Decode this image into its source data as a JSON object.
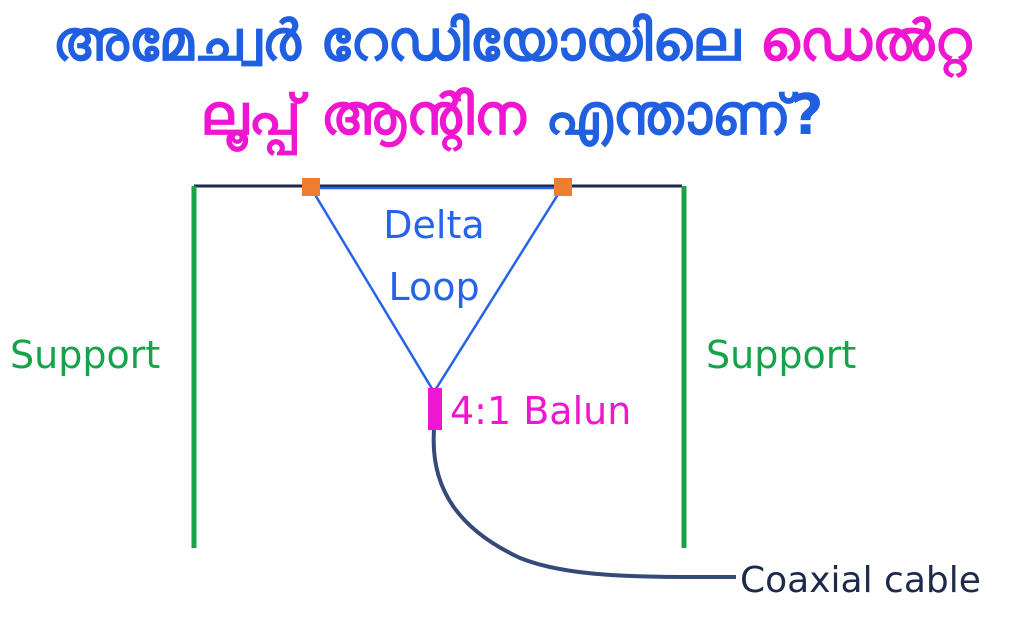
{
  "title": {
    "line1": {
      "part_blue": "അമേച്വർ റേഡിയോയിലെ",
      "part_magenta": "ഡെൽറ്റ"
    },
    "line2": {
      "part_magenta": "ലൂപ്പ് ആന്റിന",
      "part_blue": "എന്താണ്?"
    }
  },
  "diagram": {
    "loop_label_line1": "Delta",
    "loop_label_line2": "Loop",
    "support_left": "Support",
    "support_right": "Support",
    "balun_label": "4:1 Balun",
    "cable_label": "Coaxial cable"
  },
  "colors": {
    "title_blue": "#1f5fe0",
    "title_magenta": "#ee16d0",
    "support_green": "#16a34a",
    "loop_blue": "#2563eb",
    "balun_magenta": "#ee16d0",
    "insulator_orange": "#ed7d31",
    "cable_navy": "#334a7a",
    "wire_dark": "#1e2a4a"
  }
}
